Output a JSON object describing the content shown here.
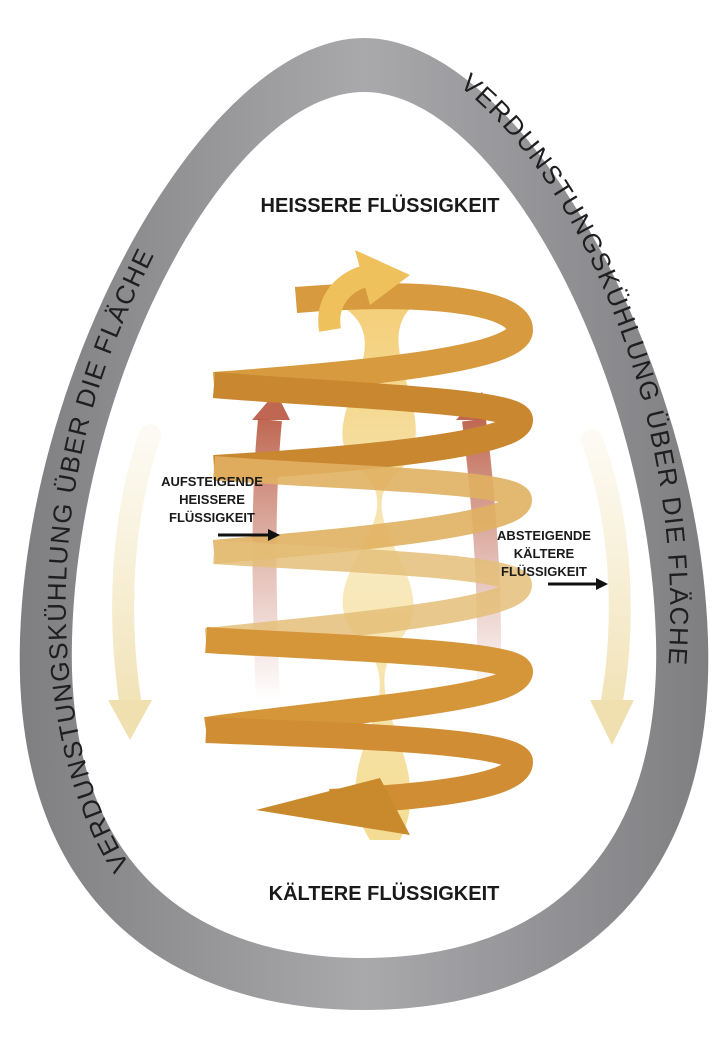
{
  "diagram": {
    "top_label": "HEISSERE FLÜSSIGKEIT",
    "bottom_label": "KÄLTERE FLÜSSIGKEIT",
    "left_ring_label": "VERDUNSTUNGSKÜHLUNG ÜBER DIE FLÄCHE",
    "right_ring_label": "VERDUNSTUNGSKÜHLUNG ÜBER DIE FLÄCHE",
    "rising_label": [
      "AUFSTEIGENDE",
      "HEISSERE",
      "FLÜSSIGKEIT"
    ],
    "falling_label": [
      "ABSTEIGENDE",
      "KÄLTERE",
      "FLÜSSIGKEIT"
    ]
  },
  "colors": {
    "ring_outer": "#8a8a8d",
    "ring_inner": "#b9b9bc",
    "spiral_dark": "#c9892f",
    "spiral_mid": "#e2ad55",
    "spiral_light": "#f3d99a",
    "center_light": "#f6e3a8",
    "rising_arrow": "#c06a56",
    "side_arrow": "#f5e9c4",
    "text": "#1a1a1a"
  }
}
